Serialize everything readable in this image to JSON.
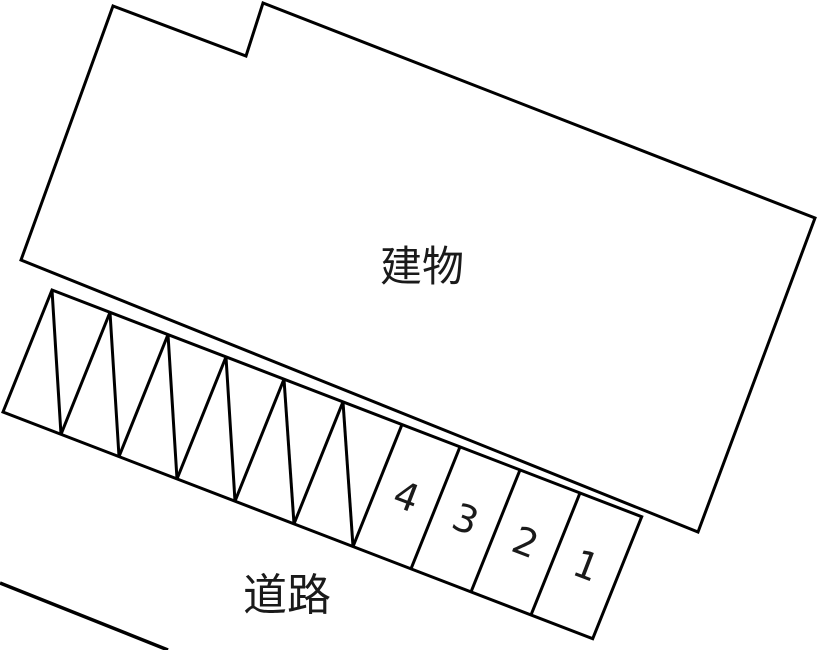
{
  "building": {
    "label": "建物"
  },
  "road": {
    "label": "道路"
  },
  "parking": {
    "numbered_stalls": [
      "4",
      "3",
      "2",
      "1"
    ],
    "crossed_stall_count": 6
  },
  "colors": {
    "line": "#000000",
    "background": "#ffffff",
    "text": "#1a1a1a"
  }
}
